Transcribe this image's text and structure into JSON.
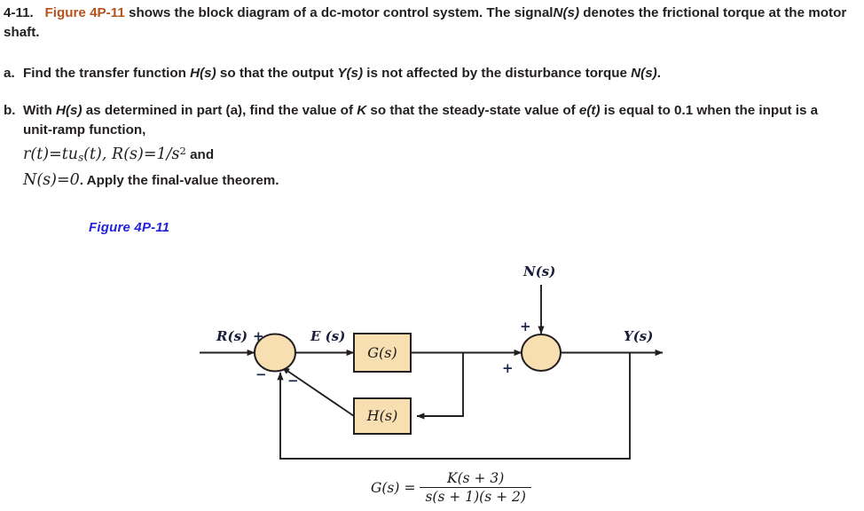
{
  "problem": {
    "number": "4-11.",
    "figure_ref": "Figure 4P-11",
    "head_part1": " shows the block diagram of a dc-motor control system. The signal",
    "head_signal": "N(s)",
    "head_part2": " denotes the frictional torque at the motor shaft.",
    "parts": [
      {
        "label": "a.",
        "text_1": "Find the transfer function ",
        "sym_1": "H(s)",
        "text_2": " so that the output ",
        "sym_2": "Y(s)",
        "text_3": " is not affected by the disturbance torque ",
        "sym_3": "N(s)",
        "text_4": "."
      },
      {
        "label": "b.",
        "text_1": "With ",
        "sym_1": "H(s)",
        "text_2": " as determined in part (a), find the value of ",
        "sym_2": "K",
        "text_3": " so that the steady-state value of ",
        "sym_3": "e(t)",
        "text_4": " is equal to 0.1 when the input is a unit-ramp function,",
        "math_line_1_r": "r",
        "math_line_1_t": "t",
        "math_line_1_eq": "=",
        "math_line_1_tu": "tu",
        "math_line_1_sub": "s",
        "math_line_1_R": "R",
        "math_line_1_s": "s",
        "math_line_1_val": "1/s",
        "math_line_1_exp": "2",
        "math_line_1_and": "and",
        "math_line_2_N": "N",
        "math_line_2_val": "0",
        "math_line_2_tail": ". Apply the final-value theorem."
      }
    ]
  },
  "figure": {
    "caption": "Figure 4P-11",
    "blocks": [
      {
        "name": "G-block",
        "label": "G(s)"
      },
      {
        "name": "H-block",
        "label": "H(s)"
      }
    ],
    "signals": {
      "input": "R(s)",
      "error": "E (s)",
      "disturbance": "N(s)",
      "output": "Y(s)"
    },
    "signs": {
      "sum1_plus": "+",
      "sum1_minus_left": "−",
      "sum1_minus_right": "−",
      "sum2_plus_top": "+",
      "sum2_plus_left": "+"
    },
    "equation": {
      "lhs": "G(s)",
      "equals": "=",
      "numerator_K": "K",
      "numerator_rest": "(s  +  3)",
      "denominator": "s(s  +  1)(s  +  2)"
    },
    "colors": {
      "block_fill": "#f7dfb2",
      "block_stroke": "#231f20",
      "line": "#231f20",
      "caption": "#2222dd",
      "figure_ref": "#b5521f"
    }
  }
}
